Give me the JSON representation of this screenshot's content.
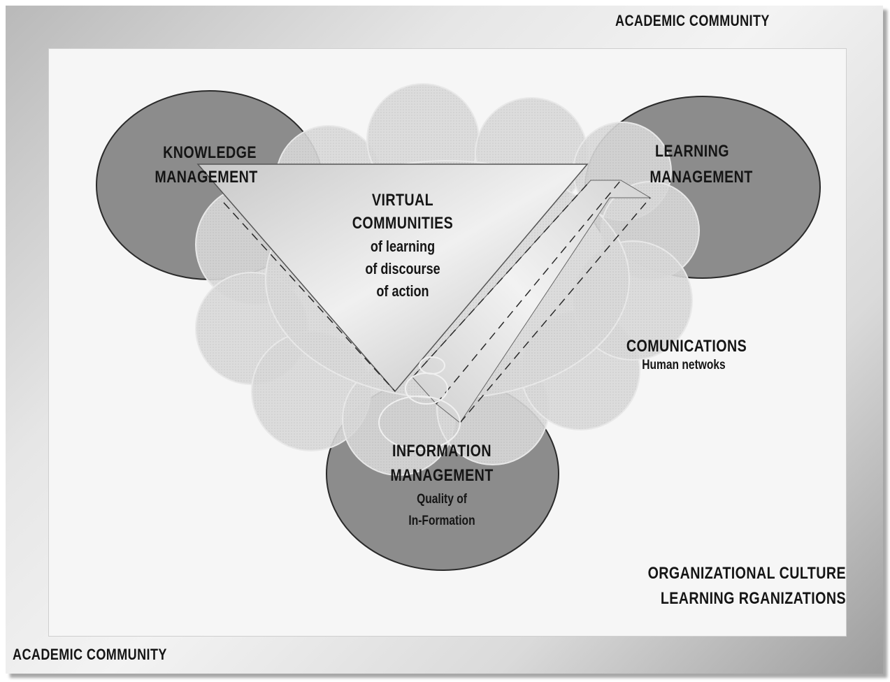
{
  "frame": {
    "top_label": "ACADEMIC COMMUNITY",
    "bottom_label": "ACADEMIC COMMUNITY"
  },
  "nodes": {
    "knowledge_management": {
      "line1": "KNOWLEDGE",
      "line2": "MANAGEMENT"
    },
    "learning_management": {
      "line1": "LEARNING",
      "line2": "MANAGEMENT"
    },
    "information_management": {
      "line1": "INFORMATION",
      "line2": "MANAGEMENT",
      "line3": "Quality of",
      "line4": "In-Formation"
    }
  },
  "center": {
    "line1": "VIRTUAL",
    "line2": "COMMUNITIES",
    "line3": "of learning",
    "line4": "of discourse",
    "line5": "of action"
  },
  "communications": {
    "title": "COMUNICATIONS",
    "subtitle": "Human netwoks"
  },
  "culture": {
    "line1": "ORGANIZATIONAL CULTURE",
    "line2": "LEARNING RGANIZATIONS"
  },
  "colors": {
    "ellipse_fill": "#8a8a8a",
    "cloud_fill": "#dcdcdc",
    "panel_fill": "#f6f6f6"
  }
}
